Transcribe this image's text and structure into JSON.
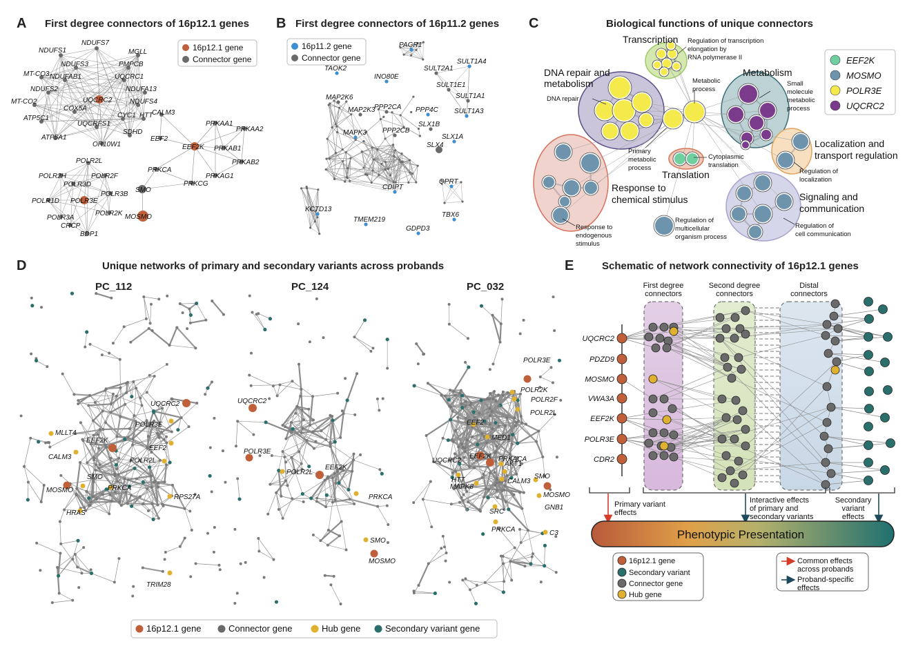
{
  "panels": {
    "A": {
      "letter": "A",
      "title": "First degree connectors of 16p12.1 genes",
      "legend": [
        "16p12.1 gene",
        "Connector gene"
      ],
      "genes": [
        "NDUFS7",
        "NDUFS1",
        "MGLL",
        "NDUFS3",
        "PMPCB",
        "NDUFAB1",
        "UQCRC1",
        "MT-CO3",
        "NDUFA13",
        "NDUFS2",
        "UQCRC2",
        "NDUFS4",
        "MT-CO2",
        "COX5A",
        "CYC1",
        "HTT",
        "ATP5C1",
        "UQCRFS1",
        "SDHD",
        "ATP5A1",
        "OR10W1",
        "CALM3",
        "EEF2",
        "EEF2K",
        "PRKAA1",
        "PRKAA2",
        "PRKAB1",
        "PRKAB2",
        "PRKAG1",
        "PRKCA",
        "PRKCG",
        "SMO",
        "MOSMO",
        "POLR2L",
        "POLR2H",
        "POLR2F",
        "POLR3D",
        "POLR3B",
        "POLR1D",
        "POLR3E",
        "POLR3A",
        "POLR2K",
        "CRCP",
        "BDP1"
      ]
    },
    "B": {
      "letter": "B",
      "title": "First degree connectors of 16p11.2 genes",
      "legend": [
        "16p11.2 gene",
        "Connector gene"
      ],
      "genes": [
        "PAGR1",
        "SULT1A4",
        "TAOK2",
        "INO80E",
        "SULT2A1",
        "MAP2K6",
        "PPP2CA",
        "PPP4C",
        "SULT1E1",
        "SULT1A1",
        "MAP2K3",
        "SULT1A3",
        "MAPK3",
        "PPP2CB",
        "SLX1B",
        "SLX1A",
        "SLX4",
        "CDIPT",
        "QPRT",
        "KCTD13",
        "TMEM219",
        "TBX6",
        "GDPD3"
      ]
    },
    "C": {
      "letter": "C",
      "title": "Biological functions of unique connectors",
      "legend": [
        "EEF2K",
        "MOSMO",
        "POLR3E",
        "UQCRC2"
      ],
      "categories": {
        "transcription": "Transcription",
        "dna_repair": "DNA repair and metabolism",
        "metabolism": "Metabolism",
        "translation": "Translation",
        "localization": "Localization and transport regulation",
        "response": "Response to chemical stimulus",
        "signaling": "Signaling and communication"
      },
      "terms": {
        "reg_transcription": "Regulation of transcription elongation by RNA polymerase II",
        "dna_repair": "DNA repair",
        "metabolic_process": "Metabolic process",
        "small_molecule": "Small molecule metabolic process",
        "primary_metabolic": "Primary metabolic process",
        "cytoplasmic_translation": "Cytoplasmic translation",
        "reg_localization": "Regulation of localization",
        "response_endogenous": "Response to endogenous stimulus",
        "reg_multicellular": "Regulation of multicellular organism process",
        "reg_cell_communication": "Regulation of cell communication"
      }
    },
    "D": {
      "letter": "D",
      "title": "Unique networks of primary and secondary variants across probands",
      "probands": [
        "PC_112",
        "PC_124",
        "PC_032"
      ],
      "pc112_genes": [
        "UQCRC2",
        "MLLT4",
        "POLR3E",
        "EEF2K",
        "EEF2",
        "CALM3",
        "POLR2L",
        "SMO",
        "MOSMO",
        "PRKCA",
        "RPS27A",
        "HRAS",
        "TRIM28"
      ],
      "pc124_genes": [
        "UQCRC2",
        "POLR3E",
        "POLR2L",
        "EEF2K",
        "PRKCA",
        "SMO",
        "MOSMO"
      ],
      "pc032_genes": [
        "POLR3E",
        "POLR2K",
        "POLR2F",
        "POLR2L",
        "EEF2",
        "MED1",
        "UQCRC2",
        "EEF2K",
        "PRKACA",
        "AKT1",
        "HTT",
        "CALM3",
        "SMO",
        "MAPK8",
        "MOSMO",
        "GNB1",
        "SRC",
        "PRKCA",
        "C3"
      ],
      "legend": [
        "16p12.1 gene",
        "Connector gene",
        "Hub gene",
        "Secondary variant gene"
      ]
    },
    "E": {
      "letter": "E",
      "title": "Schematic of network connectivity of 16p12.1 genes",
      "columns": [
        "First degree connectors",
        "Second degree connectors",
        "Distal connectors"
      ],
      "genes": [
        "UQCRC2",
        "PDZD9",
        "MOSMO",
        "VWA3A",
        "EEF2K",
        "POLR3E",
        "CDR2"
      ],
      "effects": [
        "Primary variant effects",
        "Interactive effects of primary and secondary variants",
        "Secondary variant effects"
      ],
      "bar_label": "Phenotypic Presentation",
      "legend_nodes": [
        "16p12.1 gene",
        "Secondary variant",
        "Connector gene",
        "Hub gene"
      ],
      "legend_arrows": [
        "Common effects across probands",
        "Proband-specific effects"
      ]
    }
  },
  "colors": {
    "gene16p12": "#c0603a",
    "gene16p11": "#3d8fcf",
    "connector": "#6a6a6a",
    "hub": "#e0b030",
    "secondary": "#2a6f6c",
    "edge": "#8c8c8c",
    "eef2k": "#6fcf9f",
    "mosmo": "#6e93ac",
    "polr3e": "#f4ea4c",
    "uqcrc2": "#7a3b8c"
  }
}
